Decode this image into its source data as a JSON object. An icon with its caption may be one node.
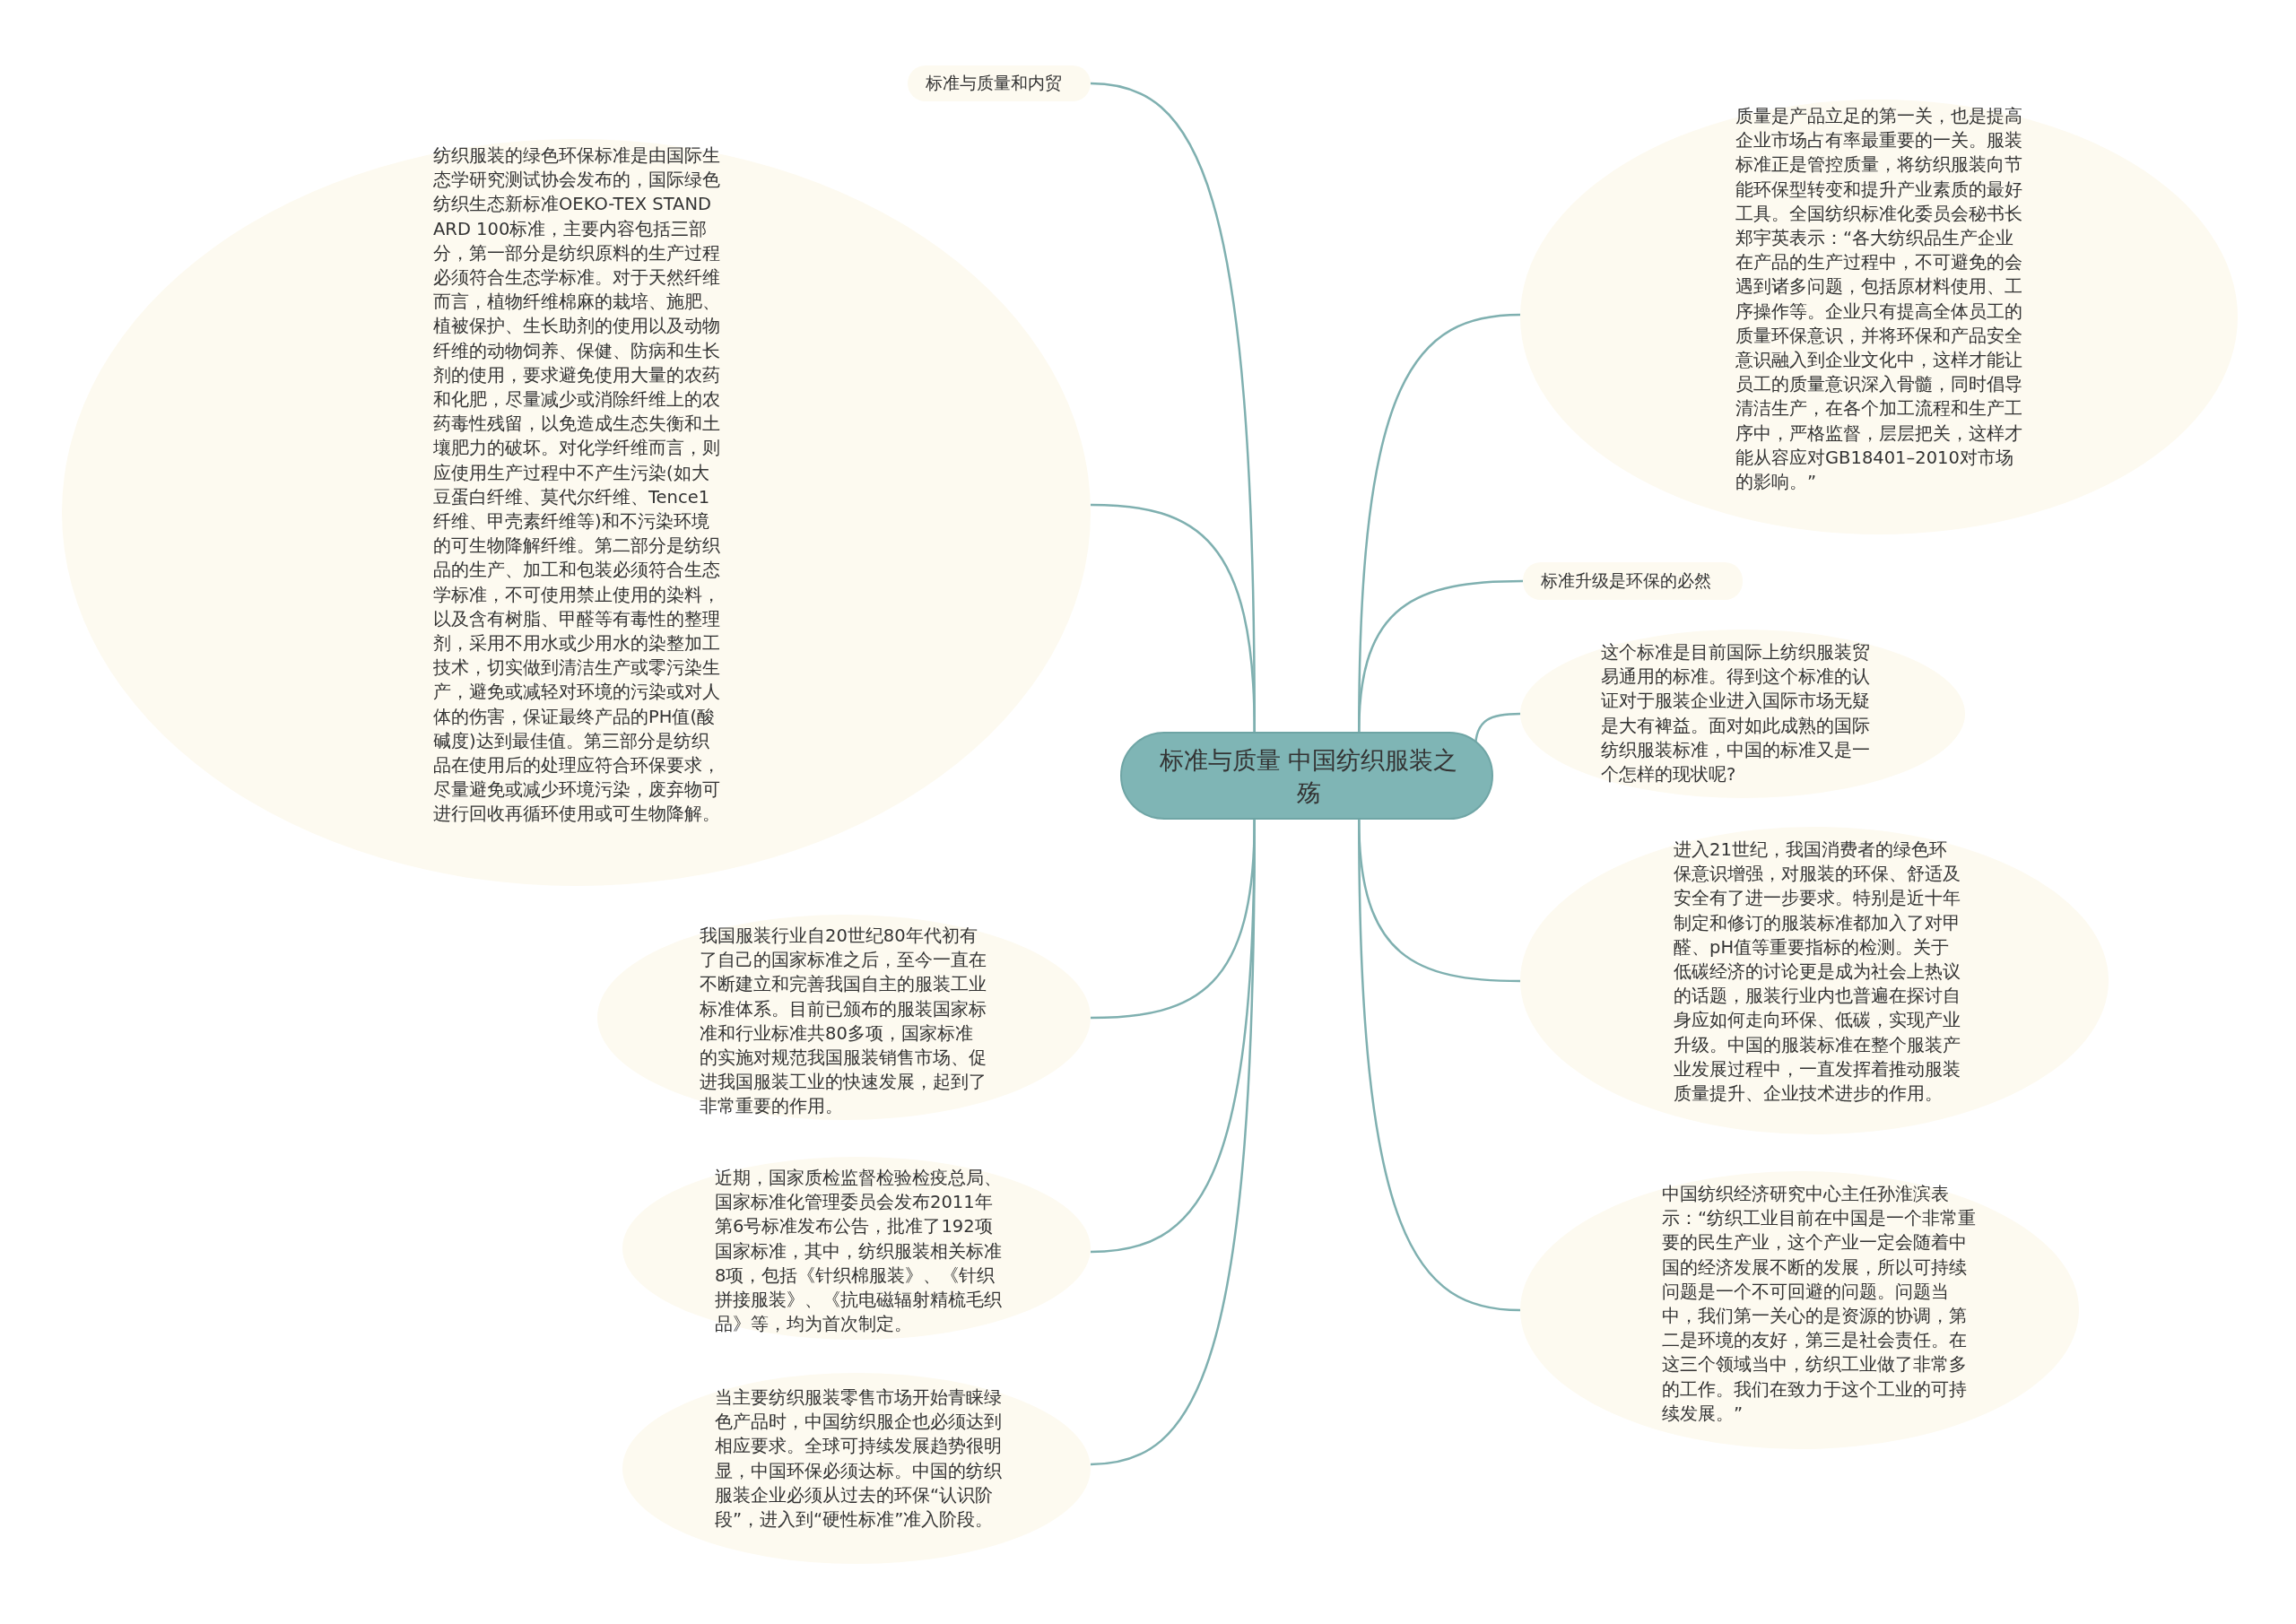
{
  "diagram": {
    "nodes": [
      {
        "text": [
          "标准与质量 中国纺织服装之殇"
        ]
      },
      {
        "text": [
          "标准与质量和内贸"
        ]
      },
      {
        "text": [
          "纺织服装的绿色环保标准是由国际生态学研究测试协会发布的，国际绿色纺织生态新标准OEKO-TEX STANDARD 100标准，主要内容包括三部分，第一部分是纺织原料的生产过程必须符合生态学标准。对于天然纤维而言，植物纤维棉麻的栽培、施肥、植被保护、生长助剂的使用以及动物纤维的动物饲养、保健、防病和生长剂的使用，要求避免使用大量的农药和化肥，尽量减少或消除纤维上的农药毒性残留，以免造成生态失衡和土壤肥力的破坏。对化学纤维而言，则应使用生产过程中不产生污染(如大豆蛋白纤维、莫代尔纤维、Tence1纤维、甲壳素纤维等)和不污染环境的可生物降解纤维。第二部分是纺织品的生产、加工和包装必须符合生态学标准，不可使用禁止使用的染料，以及含有树脂、甲醛等有毒性的整理剂，采用不用水或少用水的染整加工技术，切实做到清洁生产或零污染生产，避免或减轻对环境的污染或对人体的伤害，保证最终产品的PH值(酸碱度)达到最佳值。第三部分是纺织品在使用后的处理应符合环保要求，尽量避免或减少环境污染，废弃物可进行回收再循环使用或可生物降解。"
        ]
      },
      {
        "text": [
          "质量是产品立足的第一关，也是提高企业市场占有率最重要的一关。服装标准正是管控质量，将纺织服装向节能环保型转变和提升产业素质的最好工具。全国纺织标准化委员会秘书长郑宇英表示：“各大纺织品生产企业在产品的生产过程中，不可避免的会遇到诸多问题，包括原材料使用、工序操作等。企业只有提高全体员工的质量环保意识，并将环保和产品安全意识融入到企业文化中，这样才能让员工的质量意识深入骨髓，同时倡导清洁生产，在各个加工流程和生产工序中，严格监督，层层把关，这样才能从容应对GB18401–2010对市场的影响。”"
        ]
      },
      {
        "text": [
          "标准升级是环保的必然"
        ]
      },
      {
        "text": [
          "这个标准是目前国际上纺织服装贸易通用的标准。得到这个标准的认证对于服装企业进入国际市场无疑是大有裨益。面对如此成熟的国际纺织服装标准，中国的标准又是一个怎样的现状呢?"
        ]
      },
      {
        "text": [
          "进入21世纪，我国消费者的绿色环保意识增强，对服装的环保、舒适及安全有了进一步要求。特别是近十年制定和修订的服装标准都加入了对甲醛、pH值等重要指标的检测。关于低碳经济的讨论更是成为社会上热议的话题，服装行业内也普遍在探讨自身应如何走向环保、低碳，实现产业升级。中国的服装标准在整个服装产业发展过程中，一直发挥着推动服装质量提升、企业技术进步的作用。"
        ]
      },
      {
        "text": [
          "中国纺织经济研究中心主任孙淮滨表示：“纺织工业目前在中国是一个非常重要的民生产业，这个产业一定会随着中国的经济发展不断的发展，所以可持续问题是一个不可回避的问题。问题当中，我们第一关心的是资源的协调，第二是环境的友好，第三是社会责任。在这三个领域当中，纺织工业做了非常多的工作。我们在致力于这个工业的可持续发展。”"
        ]
      },
      {
        "text": [
          "我国服装行业自20世纪80年代初有了自己的国家标准之后，至今一直在不断建立和完善我国自主的服装工业标准体系。目前已颁布的服装国家标准和行业标准共80多项，国家标准的实施对规范我国服装销售市场、促进我国服装工业的快速发展，起到了非常重要的作用。"
        ]
      },
      {
        "text": [
          "近期，国家质检监督检验检疫总局、国家标准化管理委员会发布2011年第6号标准发布公告，批准了192项国家标准，其中，纺织服装相关标准8项，包括《针织棉服装》、《针织拼接服装》、《抗电磁辐射精梳毛织品》等，均为首次制定。"
        ]
      },
      {
        "text": [
          "当主要纺织服装零售市场开始青睐绿色产品时，中国纺织服企也必须达到相应要求。全球可持续发展趋势很明显，中国环保必须达标。中国的纺织服装企业必须从过去的环保“认识阶段”，进入到“硬性标准”准入阶段。"
        ]
      }
    ],
    "edges": [
      {
        "from": 0,
        "to": 1,
        "arrow": "none"
      },
      {
        "from": 0,
        "to": 2,
        "arrow": "none"
      },
      {
        "from": 0,
        "to": 3,
        "arrow": "none"
      },
      {
        "from": 0,
        "to": 4,
        "arrow": "none"
      },
      {
        "from": 0,
        "to": 5,
        "arrow": "none"
      },
      {
        "from": 0,
        "to": 6,
        "arrow": "none"
      },
      {
        "from": 0,
        "to": 7,
        "arrow": "none"
      },
      {
        "from": 0,
        "to": 8,
        "arrow": "none"
      },
      {
        "from": 0,
        "to": 9,
        "arrow": "none"
      },
      {
        "from": 0,
        "to": 10,
        "arrow": "none"
      }
    ]
  }
}
